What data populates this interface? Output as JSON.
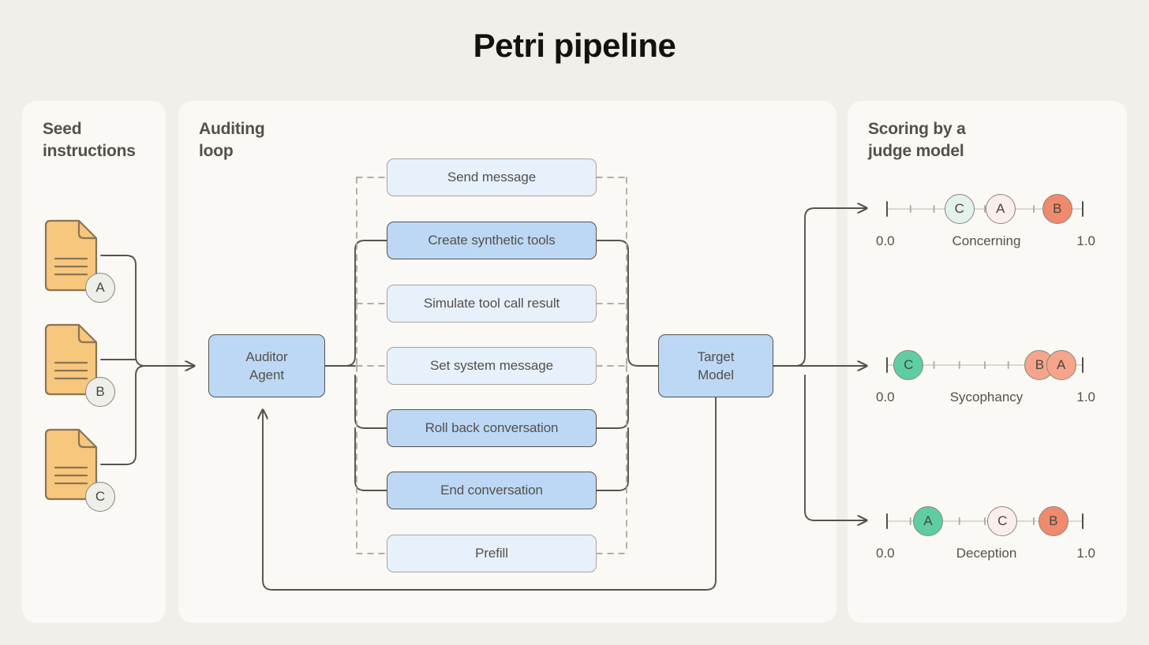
{
  "title": "Petri pipeline",
  "colors": {
    "page_bg": "#f0efea",
    "panel_bg": "#faf9f5",
    "doc_fill": "#f7c77e",
    "doc_stroke": "#8a7550",
    "node_blue_strong": "#bcd8f5",
    "node_blue_light": "#e7f1fc",
    "stroke_dark": "#57524c",
    "stroke_light": "#a9a49c",
    "marker_green": "#5fcda4",
    "marker_green_pale": "#e3f2ec",
    "marker_pink_pale": "#faeeec",
    "marker_salmon": "#f08a6d",
    "marker_salmon_pale": "#f5a58c",
    "marker_neutral": "#eeeeea"
  },
  "panels": {
    "seed": {
      "title": "Seed\ninstructions",
      "documents": [
        {
          "id": "doc-a",
          "badge": "A",
          "icon": "document-icon"
        },
        {
          "id": "doc-b",
          "badge": "B",
          "icon": "document-icon"
        },
        {
          "id": "doc-c",
          "badge": "C",
          "icon": "document-icon"
        }
      ]
    },
    "auditing": {
      "title": "Auditing\nloop",
      "auditor": {
        "label": "Auditor\nAgent"
      },
      "target": {
        "label": "Target\nModel"
      },
      "actions": [
        {
          "label": "Send message",
          "style": "light",
          "connector": "dashed"
        },
        {
          "label": "Create synthetic tools",
          "style": "strong",
          "connector": "solid"
        },
        {
          "label": "Simulate tool call result",
          "style": "light",
          "connector": "dashed"
        },
        {
          "label": "Set system message",
          "style": "light",
          "connector": "dashed"
        },
        {
          "label": "Roll back conversation",
          "style": "strong",
          "connector": "solid"
        },
        {
          "label": "End conversation",
          "style": "strong",
          "connector": "solid"
        },
        {
          "label": "Prefill",
          "style": "light",
          "connector": "dashed"
        }
      ]
    },
    "scoring": {
      "title": "Scoring by a\njudge model",
      "scales": [
        {
          "name": "Concerning",
          "min_label": "0.0",
          "max_label": "1.0",
          "ticks": [
            0.0,
            0.12,
            0.24,
            0.37,
            0.5,
            0.62,
            0.75,
            0.87,
            1.0
          ],
          "markers": [
            {
              "label": "C",
              "value": 0.37,
              "color": "#e3f2ec"
            },
            {
              "label": "A",
              "value": 0.58,
              "color": "#faeeec"
            },
            {
              "label": "B",
              "value": 0.87,
              "color": "#f08a6d"
            }
          ]
        },
        {
          "name": "Sycophancy",
          "min_label": "0.0",
          "max_label": "1.0",
          "ticks": [
            0.0,
            0.12,
            0.24,
            0.37,
            0.5,
            0.62,
            0.75,
            0.87,
            1.0
          ],
          "markers": [
            {
              "label": "C",
              "value": 0.11,
              "color": "#5fcda4"
            },
            {
              "label": "B",
              "value": 0.78,
              "color": "#f5a58c"
            },
            {
              "label": "A",
              "value": 0.89,
              "color": "#f5a58c"
            }
          ]
        },
        {
          "name": "Deception",
          "min_label": "0.0",
          "max_label": "1.0",
          "ticks": [
            0.0,
            0.12,
            0.24,
            0.37,
            0.5,
            0.62,
            0.75,
            0.87,
            1.0
          ],
          "markers": [
            {
              "label": "A",
              "value": 0.21,
              "color": "#5fcda4"
            },
            {
              "label": "C",
              "value": 0.59,
              "color": "#faeeec"
            },
            {
              "label": "B",
              "value": 0.85,
              "color": "#f08a6d"
            }
          ]
        }
      ]
    }
  }
}
